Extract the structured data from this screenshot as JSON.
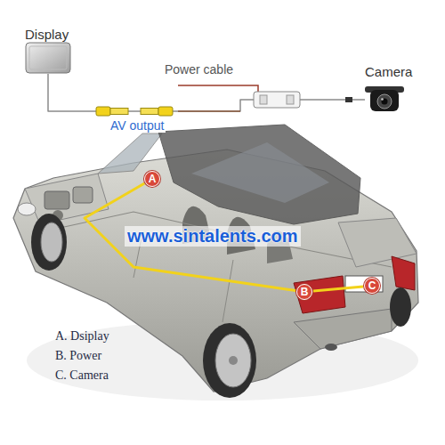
{
  "diagram": {
    "nodes": [
      {
        "text": [
          "Display"
        ]
      },
      {
        "text": [
          "Camera"
        ]
      },
      {
        "text": [
          "A"
        ]
      },
      {
        "text": [
          "B"
        ]
      },
      {
        "text": [
          "C"
        ]
      }
    ],
    "edges": [
      {
        "from": 0,
        "to": 1,
        "arrow": "none",
        "label": "AV output"
      },
      {
        "from": 2,
        "to": 3,
        "arrow": "none"
      },
      {
        "from": 3,
        "to": 4,
        "arrow": "none"
      }
    ],
    "labels": [
      "Power cable",
      "www.sintalents.com",
      "A. Dsiplay",
      "B. Power",
      "C. Camera"
    ]
  }
}
